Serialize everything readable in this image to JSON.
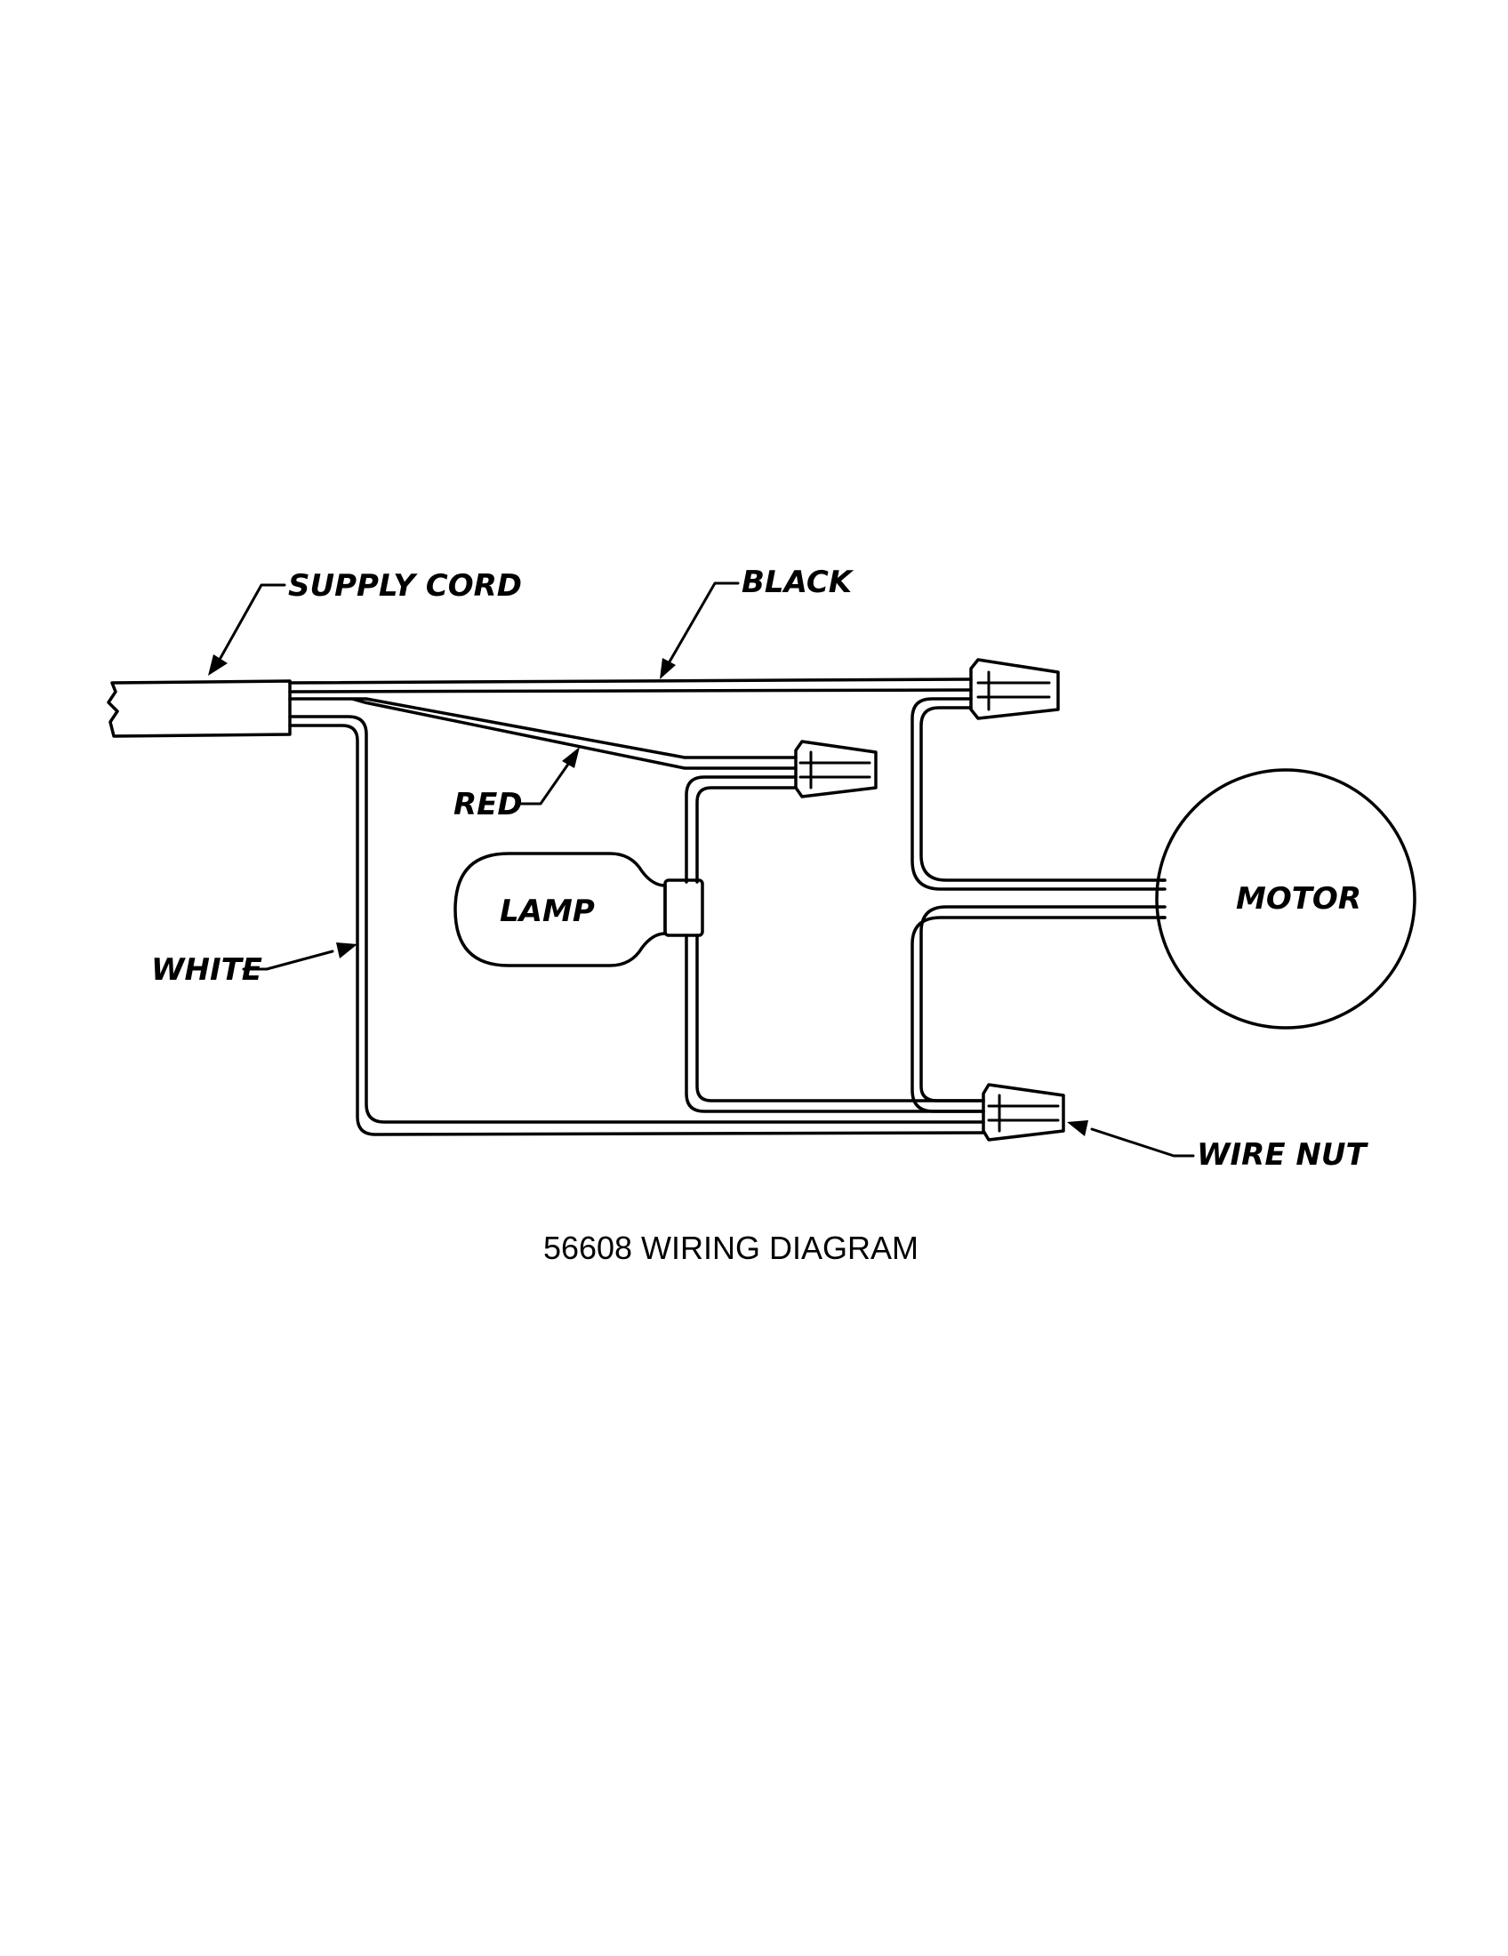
{
  "labels": {
    "supply_cord": "SUPPLY CORD",
    "black": "BLACK",
    "red": "RED",
    "white": "WHITE",
    "lamp": "LAMP",
    "motor": "MOTOR",
    "wire_nut": "WIRE NUT"
  },
  "caption": "56608 WIRING DIAGRAM"
}
